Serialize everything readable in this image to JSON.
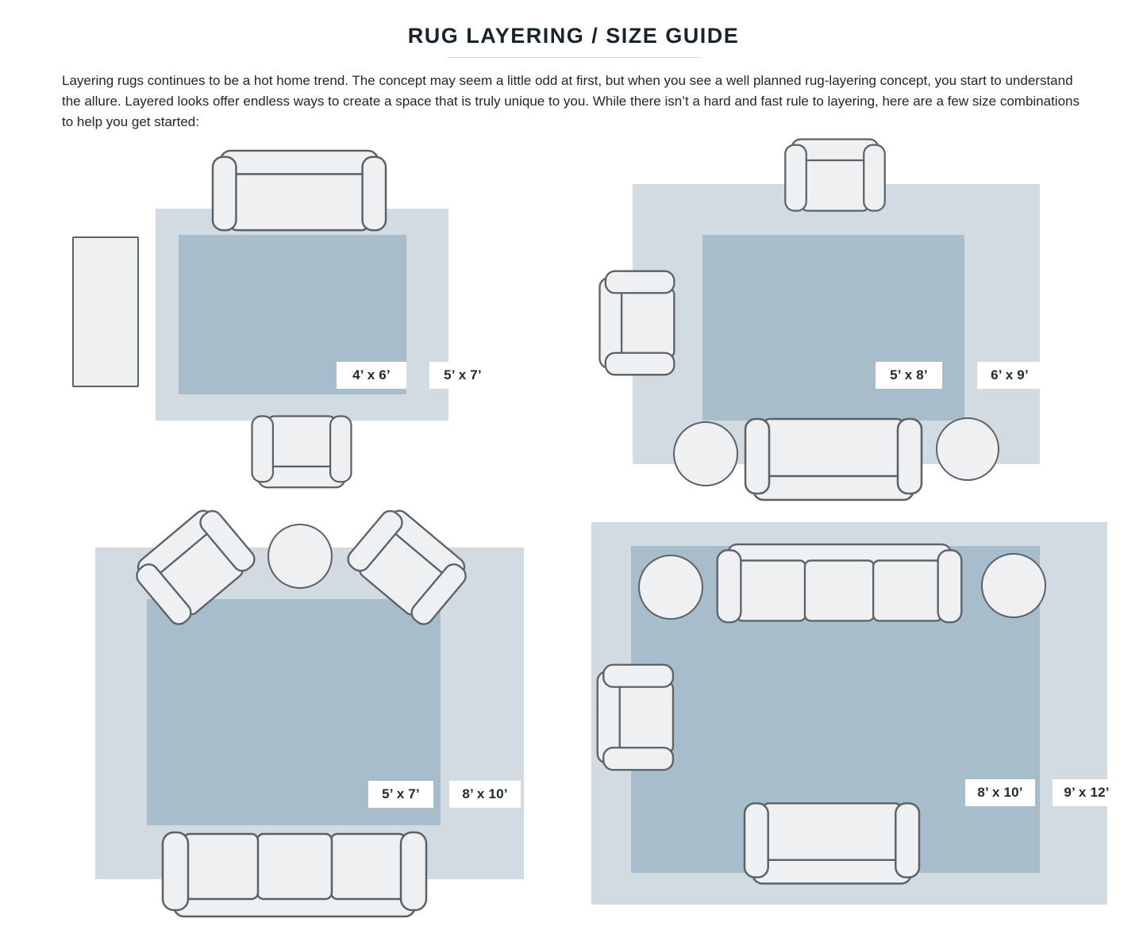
{
  "page": {
    "title": "RUG LAYERING / SIZE GUIDE",
    "intro": "Layering rugs continues to be a hot home trend. The concept may seem a little odd at first, but when you see a well planned rug-layering concept, you start to understand the allure. Layered looks offer endless ways to create a space that is truly unique to you. While there isn’t a hard and fast rule to layering, here are a few size combinations to help you get started:"
  },
  "colors": {
    "outer_rug": "#d3dbe2",
    "inner_rug": "#a7bdcb",
    "furniture_fill": "#eef0f2",
    "furniture_stroke": "#5a6167",
    "heading_text": "#16242e",
    "body_text": "#20262b",
    "label_text": "#1b2a33",
    "label_bg": "#ffffff"
  },
  "layouts": [
    {
      "name": "Layout 1",
      "inner_label": "4’ x 6’",
      "outer_label": "5’ x 7’",
      "furniture": [
        "sofa",
        "armchair",
        "rectangular side table"
      ]
    },
    {
      "name": "Layout 2",
      "inner_label": "5’ x 8’",
      "outer_label": "6’ x 9’",
      "furniture": [
        "accent chair",
        "armchair",
        "sofa",
        "2 round side tables"
      ]
    },
    {
      "name": "Layout 3",
      "inner_label": "5’ x 7’",
      "outer_label": "8’ x 10’",
      "furniture": [
        "2 angled armchairs",
        "round side table",
        "3-seat sofa"
      ]
    },
    {
      "name": "Layout 4",
      "inner_label": "8’ x 10’",
      "outer_label": "9’ x 12’",
      "furniture": [
        "3-seat sofa",
        "2 round side tables",
        "armchair",
        "loveseat"
      ]
    }
  ]
}
